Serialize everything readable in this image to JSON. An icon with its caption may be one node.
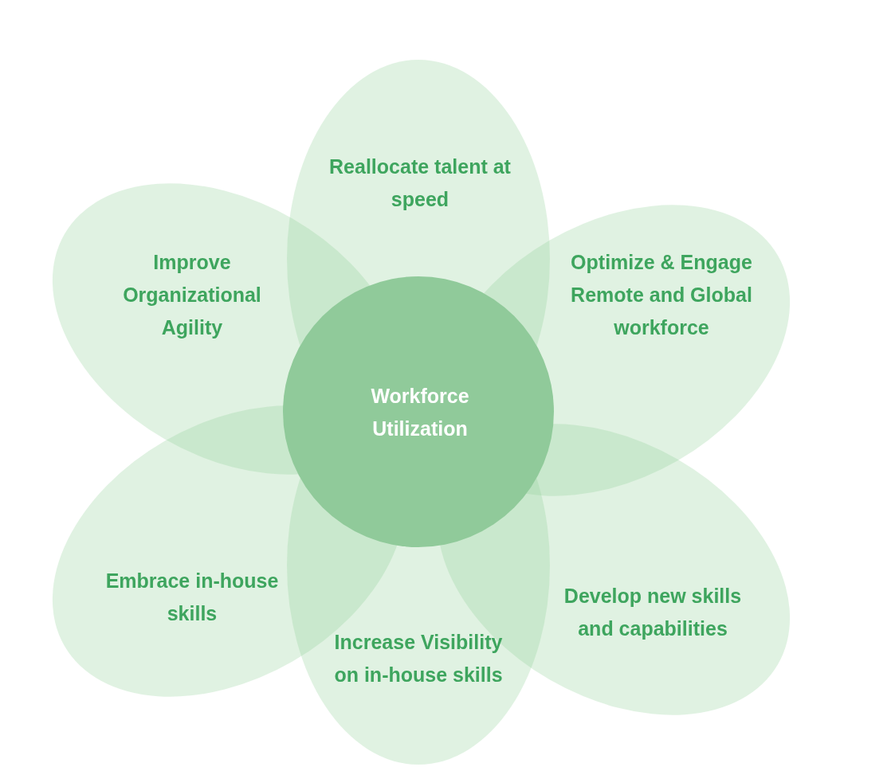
{
  "diagram": {
    "nodes": [
      {
        "text": [
          "Workforce Utilization"
        ]
      },
      {
        "text": [
          "Reallocate talent at speed"
        ]
      },
      {
        "text": [
          "Improve Organizational Agility"
        ]
      },
      {
        "text": [
          "Optimize & Engage Remote and Global workforce"
        ]
      },
      {
        "text": [
          "Embrace in-house skills"
        ]
      },
      {
        "text": [
          "Develop new skills and capabilities"
        ]
      },
      {
        "text": [
          "Increase Visibility on in-house skills"
        ]
      }
    ]
  }
}
